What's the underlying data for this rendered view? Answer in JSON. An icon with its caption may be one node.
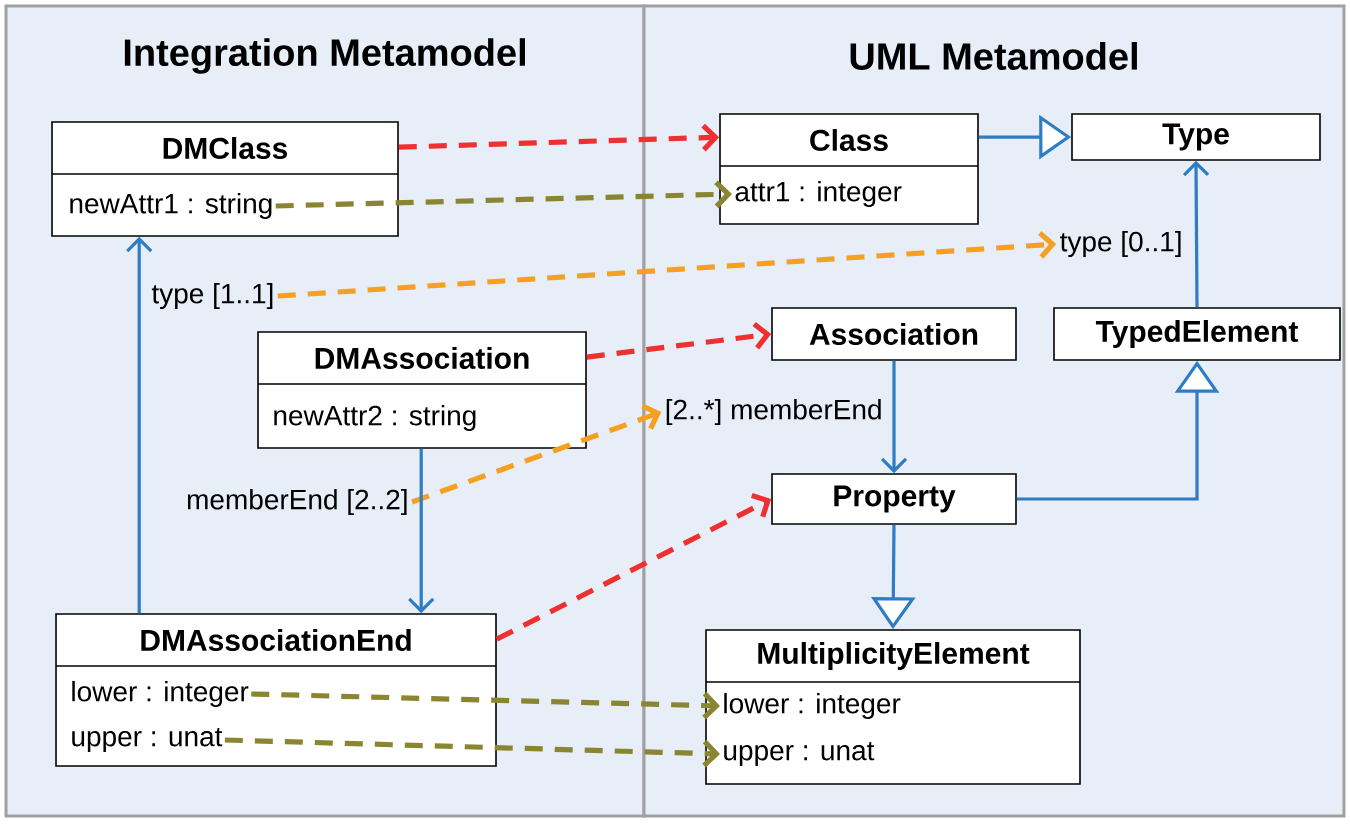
{
  "diagram": {
    "nodes": [
      {
        "text": [
          "Integration Metamodel"
        ]
      },
      {
        "text": [
          "UML Metamodel"
        ]
      },
      {
        "text": [
          "DMClass"
        ],
        "in": 0
      },
      {
        "text": [
          "newAttr1 : string"
        ],
        "in": 2
      },
      {
        "text": [
          "DMAssociation"
        ],
        "in": 0
      },
      {
        "text": [
          "newAttr2 : string"
        ],
        "in": 4
      },
      {
        "text": [
          "DMAssociationEnd"
        ],
        "in": 0
      },
      {
        "text": [
          "lower : integer"
        ],
        "in": 6
      },
      {
        "text": [
          "upper : unat"
        ],
        "in": 6
      },
      {
        "text": [
          "Class"
        ],
        "in": 1
      },
      {
        "text": [
          "attr1 : integer"
        ],
        "in": 9
      },
      {
        "text": [
          "Type"
        ],
        "in": 1
      },
      {
        "text": [
          "TypedElement"
        ],
        "in": 1
      },
      {
        "text": [
          "Association"
        ],
        "in": 1
      },
      {
        "text": [
          "Property"
        ],
        "in": 1
      },
      {
        "text": [
          "MultiplicityElement"
        ],
        "in": 1
      },
      {
        "text": [
          "lower : integer"
        ],
        "in": 15
      },
      {
        "text": [
          "upper : unat"
        ],
        "in": 15
      },
      {
        "text": [
          "type [1..1]"
        ],
        "in": 0
      },
      {
        "text": [
          "memberEnd [2..2]"
        ],
        "in": 0
      },
      {
        "text": [
          "type [0..1]"
        ],
        "in": 1
      },
      {
        "text": [
          "[2..*] memberEnd"
        ],
        "in": 1
      }
    ],
    "edges": [
      {
        "from": 2,
        "to": 9,
        "arrow": "to",
        "style": "dashed",
        "color": "#ee3030"
      },
      {
        "from": 3,
        "to": 10,
        "arrow": "to",
        "style": "dashed",
        "color": "#8a8530"
      },
      {
        "from": 18,
        "to": 20,
        "arrow": "to",
        "style": "dashed",
        "color": "#f5a020"
      },
      {
        "from": 4,
        "to": 13,
        "arrow": "to",
        "style": "dashed",
        "color": "#ee3030"
      },
      {
        "from": 19,
        "to": 21,
        "arrow": "to",
        "style": "dashed",
        "color": "#f5a020"
      },
      {
        "from": 6,
        "to": 14,
        "arrow": "to",
        "style": "dashed",
        "color": "#ee3030"
      },
      {
        "from": 7,
        "to": 16,
        "arrow": "to",
        "style": "dashed",
        "color": "#8a8530"
      },
      {
        "from": 8,
        "to": 17,
        "arrow": "to",
        "style": "dashed",
        "color": "#8a8530"
      },
      {
        "from": 6,
        "to": 2,
        "arrow": "to"
      },
      {
        "from": 4,
        "to": 6,
        "arrow": "to"
      },
      {
        "from": 13,
        "to": 14,
        "arrow": "to"
      },
      {
        "from": 12,
        "to": 11,
        "arrow": "to"
      },
      {
        "from": 9,
        "to": 11,
        "arrow": "to"
      },
      {
        "from": 14,
        "to": 12,
        "arrow": "to"
      },
      {
        "from": 14,
        "to": 15,
        "arrow": "to"
      }
    ]
  }
}
